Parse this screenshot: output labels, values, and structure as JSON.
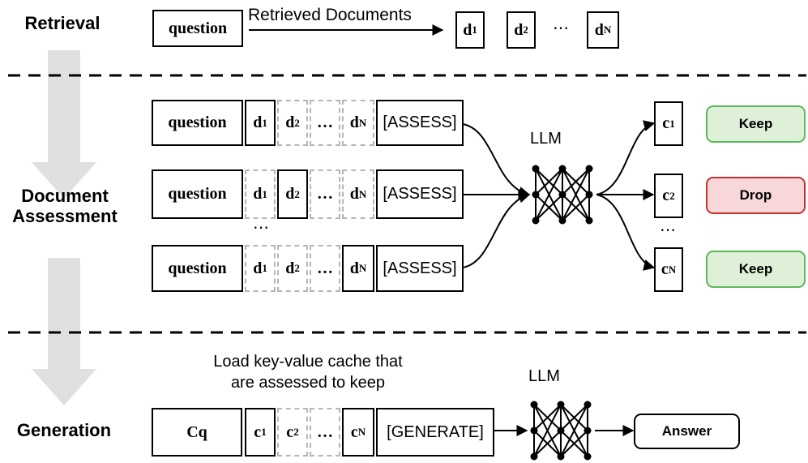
{
  "stages": {
    "retrieval": "Retrieval",
    "assessment_line1": "Document",
    "assessment_line2": "Assessment",
    "generation": "Generation"
  },
  "retrieval": {
    "question": "question",
    "arrow_label": "Retrieved Documents",
    "doc_letter": "d",
    "doc_subs": [
      "1",
      "2",
      "N"
    ],
    "ellipsis": "⋯"
  },
  "assessment": {
    "question": "question",
    "doc_letter": "d",
    "doc_subs": [
      "1",
      "2",
      "N"
    ],
    "ellipsis": "…",
    "assess_token": "[ASSESS]",
    "llm_label": "LLM",
    "vertical_ellipsis": "⋯",
    "c_letter": "c",
    "c_subs": [
      "1",
      "2",
      "N"
    ],
    "highlighted_doc_per_row": [
      0,
      1,
      2
    ],
    "decisions": [
      "Keep",
      "Drop",
      "Keep"
    ]
  },
  "generation": {
    "annotation_line1": "Load key-value cache that",
    "annotation_line2": "are assessed to keep",
    "cq": "Cq",
    "c_letter": "c",
    "c_subs": [
      "1",
      "2",
      "N"
    ],
    "ellipsis": "…",
    "generate_token": "[GENERATE]",
    "llm_label": "LLM",
    "answer": "Answer"
  },
  "colors": {
    "keep_fill": "#dff0d8",
    "keep_border": "#5cb85c",
    "drop_fill": "#f8d7da",
    "drop_border": "#c9302c",
    "flow_arrow": "#e0e0e0",
    "dashed_doc": "#b5b5b5"
  }
}
